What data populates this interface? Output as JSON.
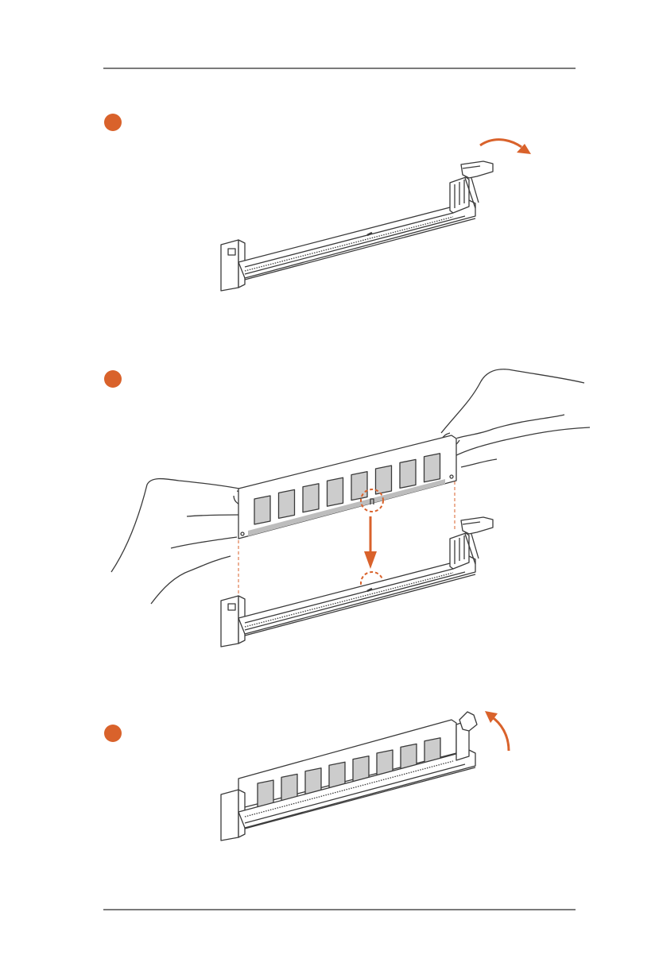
{
  "colors": {
    "accent": "#d9622b",
    "line": "#3a3a3a",
    "chip_fill": "#cccccc",
    "stripe": "#bdbdbd"
  },
  "steps": [
    {
      "icon": "step-1-badge",
      "illustration": "unlock-dimm-slot-latch"
    },
    {
      "icon": "step-2-badge",
      "illustration": "align-and-insert-dimm-module"
    },
    {
      "icon": "step-3-badge",
      "illustration": "latch-closes-on-installed-dimm"
    }
  ],
  "module": {
    "chip_count": 8
  }
}
